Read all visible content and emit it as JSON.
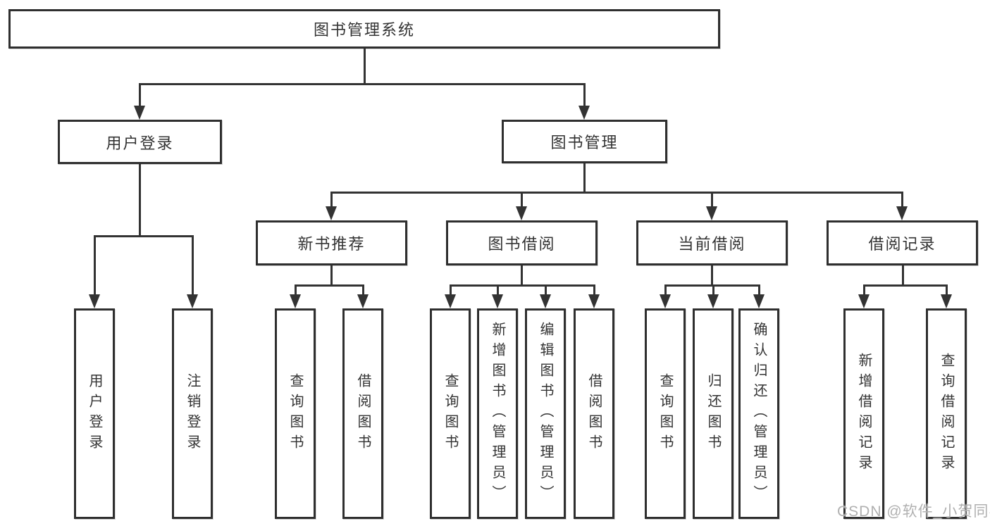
{
  "tree": {
    "root": {
      "label": "图书管理系统"
    },
    "level1": [
      {
        "label": "用户登录",
        "children": [
          {
            "label": "用户登录"
          },
          {
            "label": "注销登录"
          }
        ]
      },
      {
        "label": "图书管理",
        "children": [
          {
            "label": "新书推荐",
            "children": [
              {
                "label": "查询图书"
              },
              {
                "label": "借阅图书"
              }
            ]
          },
          {
            "label": "图书借阅",
            "children": [
              {
                "label": "查询图书"
              },
              {
                "label": "新增图书（管理员）"
              },
              {
                "label": "编辑图书（管理员）"
              },
              {
                "label": "借阅图书"
              }
            ]
          },
          {
            "label": "当前借阅",
            "children": [
              {
                "label": "查询图书"
              },
              {
                "label": "归还图书"
              },
              {
                "label": "确认归还（管理员）"
              }
            ]
          },
          {
            "label": "借阅记录",
            "children": [
              {
                "label": "新增借阅记录"
              },
              {
                "label": "查询借阅记录"
              }
            ]
          }
        ]
      }
    ]
  },
  "watermark": "CSDN @软件_小贺同学",
  "colors": {
    "line": "#333333",
    "box_border": "#2f2f2f",
    "box_fill": "#ffffff",
    "text": "#333333",
    "watermark": "#b0b0b0"
  }
}
